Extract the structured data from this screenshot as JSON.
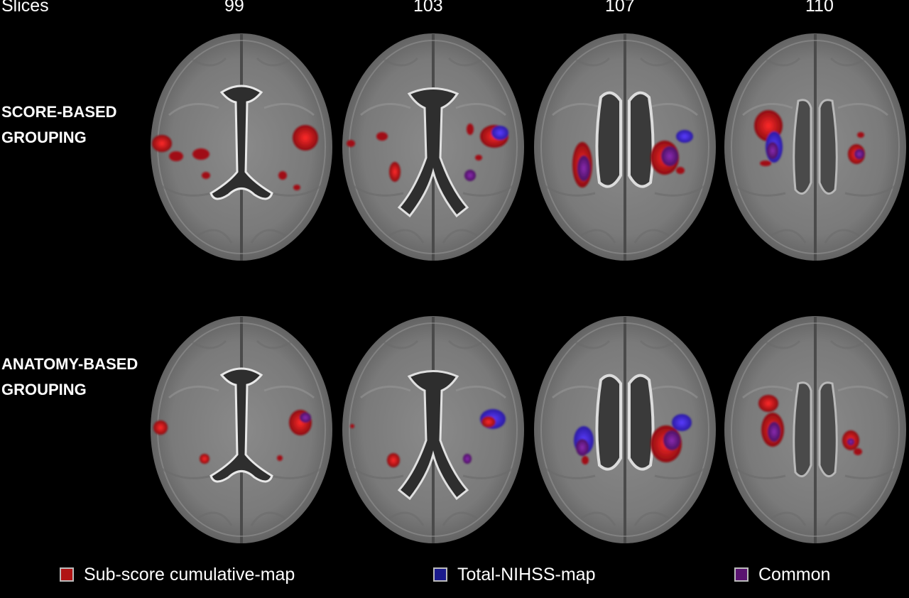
{
  "header": {
    "slices_label": "Slices",
    "slice_numbers": [
      "99",
      "103",
      "107",
      "110"
    ]
  },
  "rows": [
    {
      "label_line1": "SCORE-BASED",
      "label_line2": "GROUPING"
    },
    {
      "label_line1": "ANATOMY-BASED",
      "label_line2": "GROUPING"
    }
  ],
  "legend": {
    "items": [
      {
        "label": "Sub-score cumulative-map",
        "color": "#b01414"
      },
      {
        "label": "Total-NIHSS-map",
        "color": "#1a1a8c"
      },
      {
        "label": "Common",
        "color": "#5a1470"
      }
    ]
  },
  "colors": {
    "background": "#000000",
    "brain_tissue": "#7d7d7d",
    "ventricle": "#2a2a2a",
    "sub_score_map": "#c0141a",
    "total_nihss_map": "#3a2ac8",
    "common": "#6a1a8a"
  }
}
